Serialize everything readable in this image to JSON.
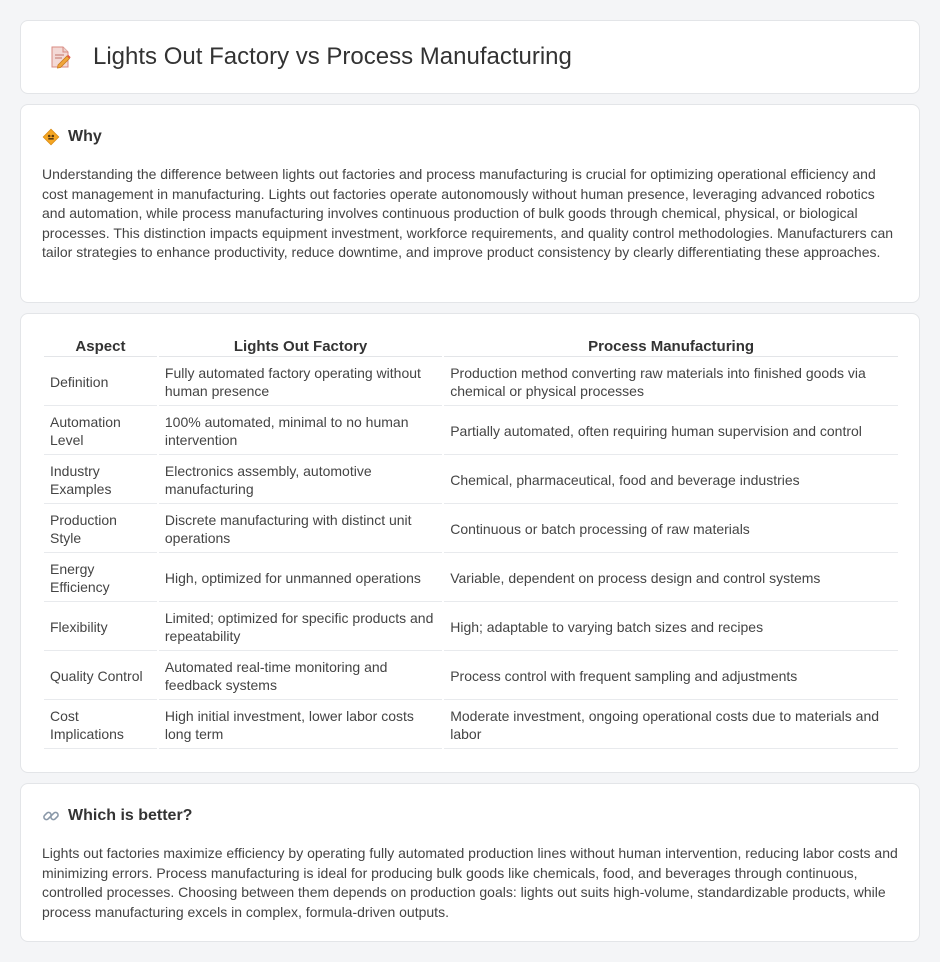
{
  "header": {
    "title": "Lights Out Factory vs Process Manufacturing",
    "icon": "document-edit-icon"
  },
  "why": {
    "icon": "warning-sign-icon",
    "title": "Why",
    "text": "Understanding the difference between lights out factories and process manufacturing is crucial for optimizing operational efficiency and cost management in manufacturing. Lights out factories operate autonomously without human presence, leveraging advanced robotics and automation, while process manufacturing involves continuous production of bulk goods through chemical, physical, or biological processes. This distinction impacts equipment investment, workforce requirements, and quality control methodologies. Manufacturers can tailor strategies to enhance productivity, reduce downtime, and improve product consistency by clearly differentiating these approaches."
  },
  "table": {
    "headers": [
      "Aspect",
      "Lights Out Factory",
      "Process Manufacturing"
    ],
    "rows": [
      [
        "Definition",
        "Fully automated factory operating without human presence",
        "Production method converting raw materials into finished goods via chemical or physical processes"
      ],
      [
        "Automation Level",
        "100% automated, minimal to no human intervention",
        "Partially automated, often requiring human supervision and control"
      ],
      [
        "Industry Examples",
        "Electronics assembly, automotive manufacturing",
        "Chemical, pharmaceutical, food and beverage industries"
      ],
      [
        "Production Style",
        "Discrete manufacturing with distinct unit operations",
        "Continuous or batch processing of raw materials"
      ],
      [
        "Energy Efficiency",
        "High, optimized for unmanned operations",
        "Variable, dependent on process design and control systems"
      ],
      [
        "Flexibility",
        "Limited; optimized for specific products and repeatability",
        "High; adaptable to varying batch sizes and recipes"
      ],
      [
        "Quality Control",
        "Automated real-time monitoring and feedback systems",
        "Process control with frequent sampling and adjustments"
      ],
      [
        "Cost Implications",
        "High initial investment, lower labor costs long term",
        "Moderate investment, ongoing operational costs due to materials and labor"
      ]
    ]
  },
  "better": {
    "icon": "link-icon",
    "title": "Which is better?",
    "text": "Lights out factories maximize efficiency by operating fully automated production lines without human intervention, reducing labor costs and minimizing errors. Process manufacturing is ideal for producing bulk goods like chemicals, food, and beverages through continuous, controlled processes. Choosing between them depends on production goals: lights out suits high-volume, standardizable products, while process manufacturing excels in complex, formula-driven outputs."
  },
  "colors": {
    "background": "#f4f5f7",
    "card": "#ffffff",
    "border": "#e3e5e8",
    "text": "#333333",
    "accent_orange": "#f5a623"
  }
}
